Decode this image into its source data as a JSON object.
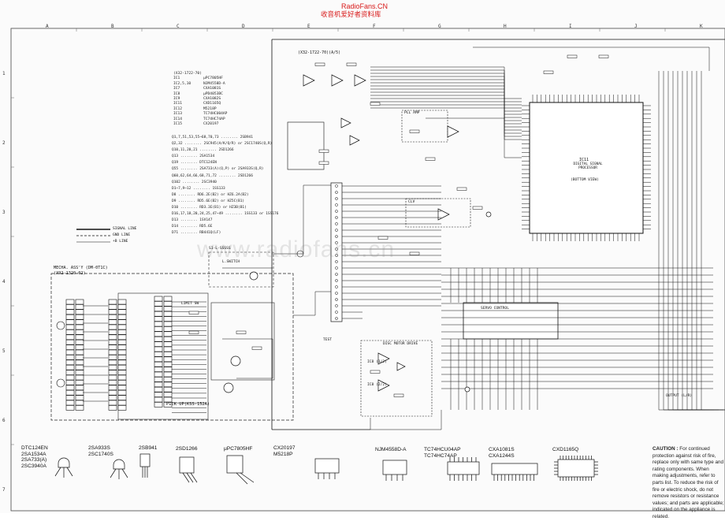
{
  "watermark": {
    "site": "RadioFans.CN",
    "tagline": "收音机爱好者资料库",
    "faint": "www.radiofans.cn"
  },
  "grid": {
    "columns": [
      "A",
      "B",
      "C",
      "D",
      "E",
      "F",
      "G",
      "H",
      "I",
      "J",
      "K"
    ],
    "rows": [
      "1",
      "2",
      "3",
      "4",
      "5",
      "6",
      "7"
    ]
  },
  "board": {
    "pcb_label": "(X32-1722-70)(A/5)",
    "mecha_title": "MECHA. ASS'Y (DM-0T1C)",
    "mecha_code": "(X92-1320-02)",
    "pickup": "PICK UP(KSS-152A)",
    "dsp_chip": "IC11",
    "dsp_name": "DIGITAL SIGNAL PROCESSOR",
    "dsp_view": "(BOTTOM VIEW)",
    "pll_block": "PLL AMP",
    "servo_block": "SERVO CONTROL",
    "disc_motor": "DISC MOTOR DRIVE",
    "clv_block": "CLV",
    "output_label": "OUTPUT (L/R)",
    "ic8_label": "IC8 (1/2)",
    "ic8b_label": "IC8 (2/2)",
    "test_label": "TEST",
    "lsw_label": "L.SWITCH",
    "limit_label": "LIMIT SW",
    "s1_label": "S1-L-SSSSS"
  },
  "signal_legend": [
    "SIGNAL LINE",
    "GND LINE",
    "+B LINE"
  ],
  "ic_table": {
    "header": "(X32-1722-70)",
    "rows": [
      [
        "IC1",
        "μPC7805HF"
      ],
      [
        "IC2,5,10",
        "NJM4558D-A"
      ],
      [
        "IC7",
        "CXA1081S"
      ],
      [
        "IC8",
        "μPD4053BC"
      ],
      [
        "IC9",
        "CXA1082S"
      ],
      [
        "IC11",
        "CXD1165Q"
      ],
      [
        "IC12",
        "M5218P"
      ],
      [
        "IC13",
        "TC74HCU04AP"
      ],
      [
        "IC14",
        "TC74HC74AP"
      ],
      [
        "IC15",
        "CX20197"
      ]
    ]
  },
  "transistor_list": [
    "Q1,7,51,53,55~68,70,73 ........ 2SB941",
    "Q2,32 ........ 2SC945(A/K/Q/R) or 2SC1740S(Q,R)",
    "Q10,11,20,21 ........ 2SD1266",
    "Q13 ........ 2SA1534",
    "Q19 ........ DTC124EN",
    "Q55 ........ 2SA733(A)(Q,P) or 2SA933S(Q,R)",
    "Q60,62,64,66,68,71,72 ........ 2SD1266",
    "Q102 ........ 2SC3940",
    "D1~7,9~12 ........ 1SS133",
    "D8 ........ RD6.2E(B2) or HZ6.2A(B2)",
    "D9 ........ RD5.6E(B2) or HZ5C(B1)",
    "D10 ........ RD3.3E(B1) or HZ3B(B1)",
    "D16,17,18,20,24,25,47~49 ........ 1SS133 or 1SS176",
    "D13 ........ 1SV147",
    "D14 ........ RD5.6E",
    "D71 ........ RB441Q(LF)"
  ],
  "parts": [
    {
      "id": "p1",
      "lines": [
        "DTC124EN",
        "2SA1534A",
        "2SA733(A)",
        "2SC3940A"
      ]
    },
    {
      "id": "p2",
      "lines": [
        "2SA933S",
        "2SC1740S"
      ]
    },
    {
      "id": "p3",
      "lines": [
        "2SB941"
      ]
    },
    {
      "id": "p4",
      "lines": [
        "2SD1266"
      ]
    },
    {
      "id": "p5",
      "lines": [
        "μPC7805HF"
      ]
    },
    {
      "id": "p6",
      "lines": [
        "CX20197",
        "M5218P"
      ]
    },
    {
      "id": "p7",
      "lines": [
        "NJM4558D-A"
      ]
    },
    {
      "id": "p8",
      "lines": [
        "TC74HCU04AP",
        "TC74HC74AP"
      ]
    },
    {
      "id": "p9",
      "lines": [
        "CXA1081S",
        "CXA1244S"
      ]
    },
    {
      "id": "p10",
      "lines": [
        "CXD1165Q"
      ]
    }
  ],
  "caution": {
    "title": "CAUTION :",
    "text": "For continued protection against risk of fire, replace only with same type and rating components. When making adjustments, refer to parts list. To reduce the risk of fire or electric shock, do not remove resistors or resistance values; and parts are applicable; indicated on the appliance is related."
  }
}
